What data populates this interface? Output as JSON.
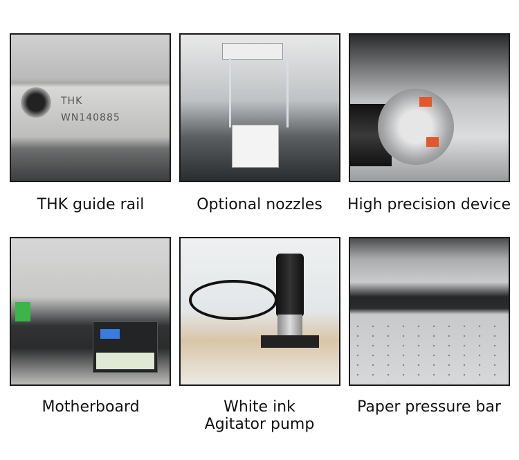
{
  "features": [
    {
      "caption": "THK guide rail",
      "photo_text": [
        "THK",
        "WN140885"
      ]
    },
    {
      "caption": "Optional nozzles"
    },
    {
      "caption": "High precision device"
    },
    {
      "caption": "Motherboard"
    },
    {
      "caption_line1": "White ink",
      "caption_line2": "Agitator pump"
    },
    {
      "caption": "Paper pressure bar"
    }
  ]
}
